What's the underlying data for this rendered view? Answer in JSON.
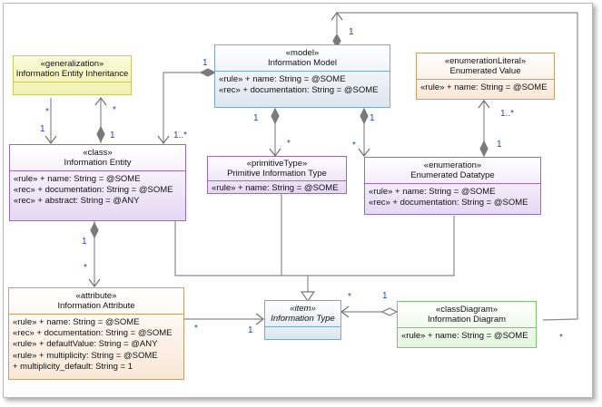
{
  "classes": {
    "generalization": {
      "stereotype": "«generalization»",
      "name": "Information Entity Inheritance",
      "attributes": []
    },
    "model": {
      "stereotype": "«model»",
      "name": "Information Model",
      "attributes": [
        "«rule»  + name: String = @SOME",
        "«rec»  + documentation: String = @SOME"
      ]
    },
    "enum_literal": {
      "stereotype": "«enumerationLiteral»",
      "name": "Enumerated Value",
      "attributes": [
        "«rule»  + name: String = @SOME"
      ]
    },
    "entity": {
      "stereotype": "«class»",
      "name": "Information Entity",
      "attributes": [
        "«rule»  + name: String = @SOME",
        "«rec»  + documentation: String = @SOME",
        "«rec»  + abstract: String = @ANY"
      ]
    },
    "primitive": {
      "stereotype": "«primitiveType»",
      "name": "Primitive Information Type",
      "attributes": [
        "«rule»  + name: String = @SOME"
      ]
    },
    "enumeration": {
      "stereotype": "«enumeration»",
      "name": "Enumerated Datatype",
      "attributes": [
        "«rule»  + name: String = @SOME",
        "«rec»  + documentation: String = @SOME"
      ]
    },
    "attribute": {
      "stereotype": "«attribute»",
      "name": "Information Attribute",
      "attributes": [
        "«rule»  + name: String = @SOME",
        "«rec»  + documentation: String = @SOME",
        "«rule»  + defaultValue: String = @ANY",
        "«rule»  + multiplicity: String = @SOME",
        "+ multiplicity_default: String = 1"
      ]
    },
    "item": {
      "stereotype": "«item»",
      "name": "Information Type",
      "attributes": []
    },
    "class_diagram": {
      "stereotype": "«classDiagram»",
      "name": "Information Diagram",
      "attributes": [
        "«rule»  + name: String = @SOME"
      ]
    }
  },
  "multiplicities": {
    "top_right": "1",
    "model_left": "1",
    "model_prim_src": "1",
    "model_prim_tgt": "*",
    "model_enum_src": "1",
    "model_enum_tgt": "*",
    "entity_model": "1..*",
    "gen_left_star": "*",
    "gen_left_one": "1",
    "gen_right_star": "*",
    "gen_right_one": "1",
    "enumval_star": "1..*",
    "enumval_one": "1",
    "entity_attr_one": "1",
    "entity_attr_star": "*",
    "attr_item_star": "*",
    "attr_item_one": "1",
    "item_diag_star": "*",
    "item_diag_one": "1",
    "diag_right": "*"
  },
  "colors": {
    "yellow_border": "#c8c864",
    "yellow_fill_top": "#fbfbd8",
    "yellow_fill_bot": "#f1f1b4",
    "blue_border": "#7ea6d4",
    "blue_fill_top": "#ffffff",
    "blue_fill_bot": "#dde6ee",
    "orange_border": "#c8a070",
    "orange_fill_top": "#ffffff",
    "orange_fill_bot": "#fae8d6",
    "purple_border": "#9a6ac8",
    "purple_fill_top": "#ffffff",
    "purple_fill_bot": "#e6d8f4",
    "green_border": "#7ac870",
    "green_fill_top": "#ffffff",
    "green_fill_bot": "#e2f6dc",
    "multiplicity": "#1f3fd0",
    "line": "#808080"
  }
}
